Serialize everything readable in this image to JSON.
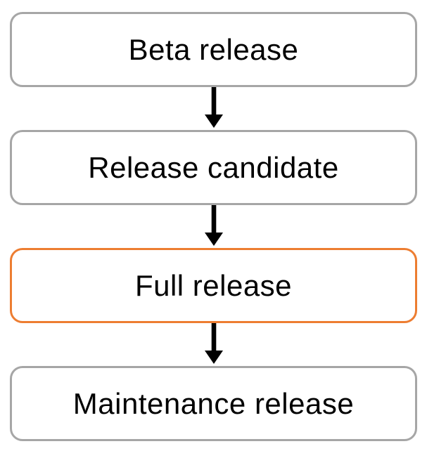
{
  "diagram": {
    "type": "flowchart",
    "orientation": "vertical",
    "nodes": [
      {
        "label": "Beta release",
        "highlighted": false
      },
      {
        "label": "Release candidate",
        "highlighted": false
      },
      {
        "label": "Full release",
        "highlighted": true
      },
      {
        "label": "Maintenance release",
        "highlighted": false
      }
    ],
    "connectors": [
      {
        "from": "Beta release",
        "to": "Release candidate",
        "style": "arrow-down"
      },
      {
        "from": "Release candidate",
        "to": "Full release",
        "style": "arrow-down"
      },
      {
        "from": "Full release",
        "to": "Maintenance release",
        "style": "arrow-down"
      }
    ],
    "colors": {
      "node_border_default": "#a6a6a6",
      "node_border_highlight": "#ed7d31",
      "arrow": "#000000",
      "text": "#000000",
      "background": "#ffffff"
    }
  }
}
